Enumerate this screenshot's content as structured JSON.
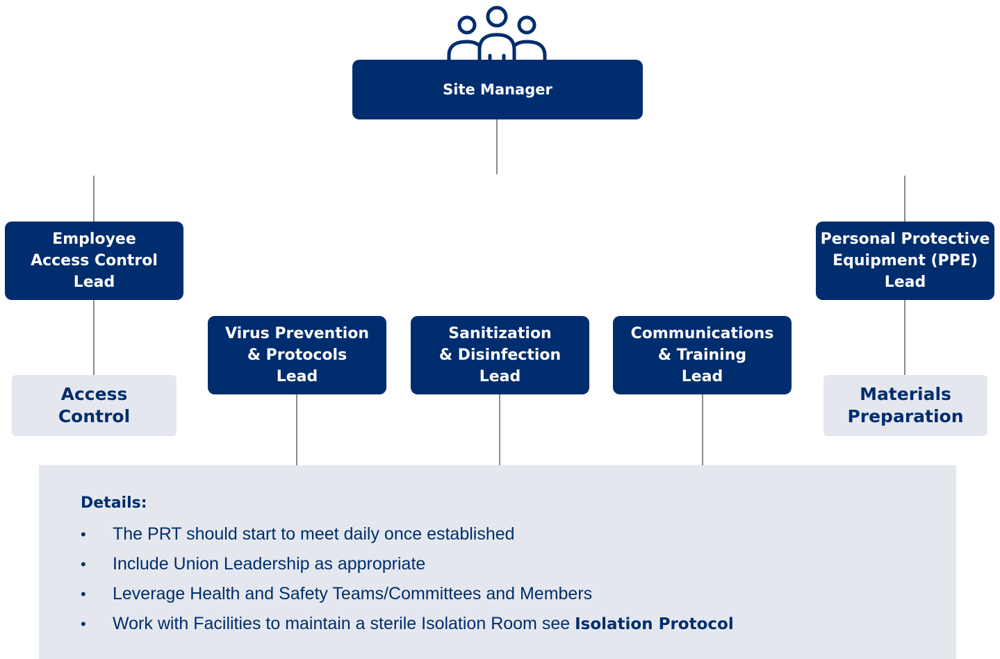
{
  "top_node": {
    "label": "Site Manager",
    "icon": "people-group-icon"
  },
  "nodes": [
    {
      "id": "employee-access-control-lead",
      "lines": [
        "Employee",
        "Access Control",
        "Lead"
      ]
    },
    {
      "id": "virus-prevention-lead",
      "lines": [
        "Virus Prevention",
        "& Protocols",
        "Lead"
      ]
    },
    {
      "id": "sanitization-lead",
      "lines": [
        "Sanitization",
        "& Disinfection",
        "Lead"
      ]
    },
    {
      "id": "communications-lead",
      "lines": [
        "Communications",
        "& Training",
        "Lead"
      ]
    },
    {
      "id": "ppe-lead",
      "lines": [
        "Personal Protective",
        "Equipment (PPE)",
        "Lead"
      ]
    }
  ],
  "sub_nodes": [
    {
      "id": "access-control",
      "lines": [
        "Access",
        "Control"
      ]
    },
    {
      "id": "materials-preparation",
      "lines": [
        "Materials",
        "Preparation"
      ]
    }
  ],
  "details": {
    "title": "Details:",
    "bullet_symbol": "•",
    "items": [
      {
        "text": "The PRT should start to meet daily once established",
        "bold": ""
      },
      {
        "text": "Include Union Leadership as appropriate",
        "bold": ""
      },
      {
        "text": "Leverage Health and Safety Teams/Committees and Members",
        "bold": ""
      },
      {
        "text": "Work with Facilities to maintain a sterile Isolation Room see ",
        "bold": "Isolation Protocol"
      }
    ]
  },
  "colors": {
    "navy": "#002d6e",
    "light_box": "#e4e8ee",
    "connector": "#8a8a8a"
  }
}
